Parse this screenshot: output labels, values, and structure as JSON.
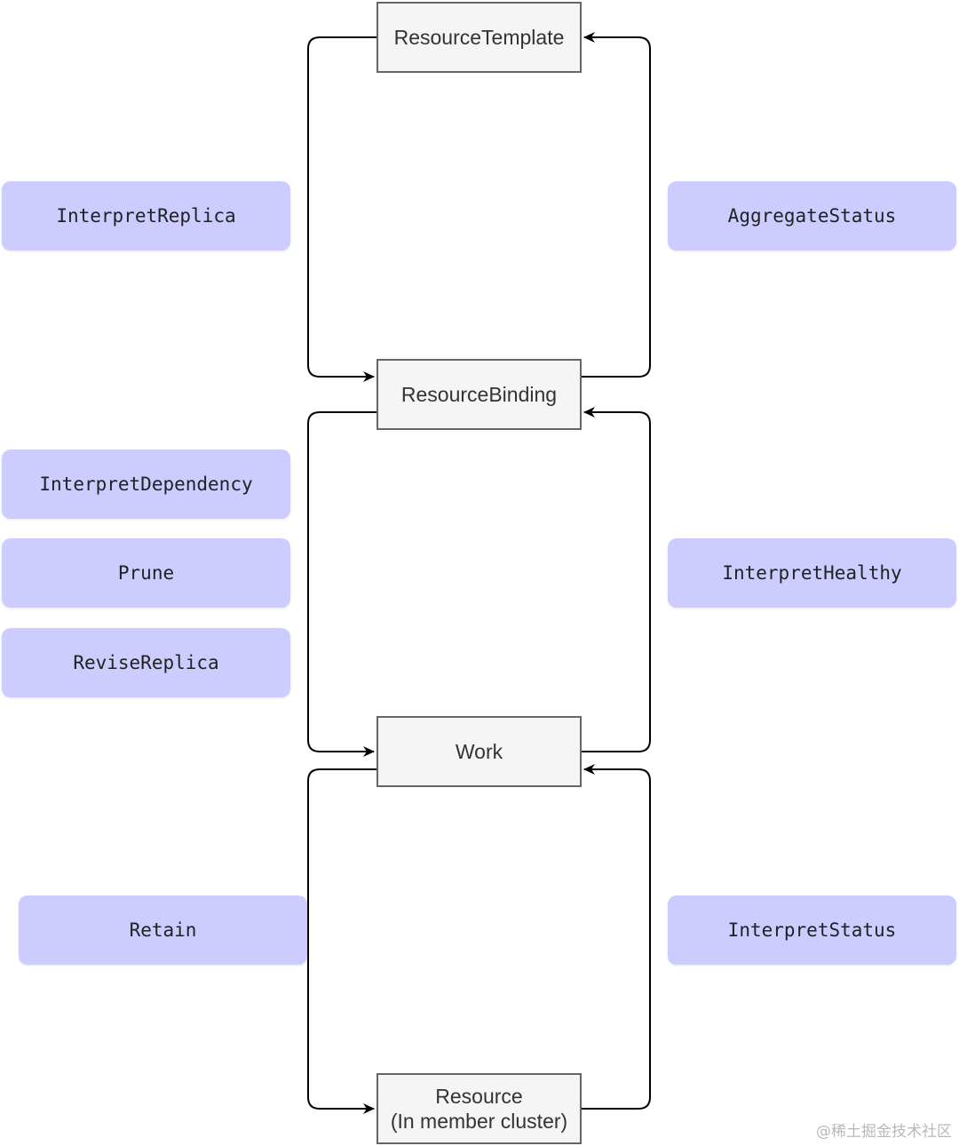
{
  "nodes": {
    "resource_template": "ResourceTemplate",
    "resource_binding": "ResourceBinding",
    "work": "Work",
    "resource_line1": "Resource",
    "resource_line2": "(In member cluster)"
  },
  "operations": {
    "interpret_replica": "InterpretReplica",
    "aggregate_status": "AggregateStatus",
    "interpret_dependency": "InterpretDependency",
    "prune": "Prune",
    "revise_replica": "ReviseReplica",
    "interpret_healthy": "InterpretHealthy",
    "retain": "Retain",
    "interpret_status": "InterpretStatus"
  },
  "watermark": "@稀土掘金技术社区",
  "colors": {
    "node_fill": "#f5f5f5",
    "node_border": "#666666",
    "operation_fill": "#ccccff",
    "connector": "#000000"
  }
}
